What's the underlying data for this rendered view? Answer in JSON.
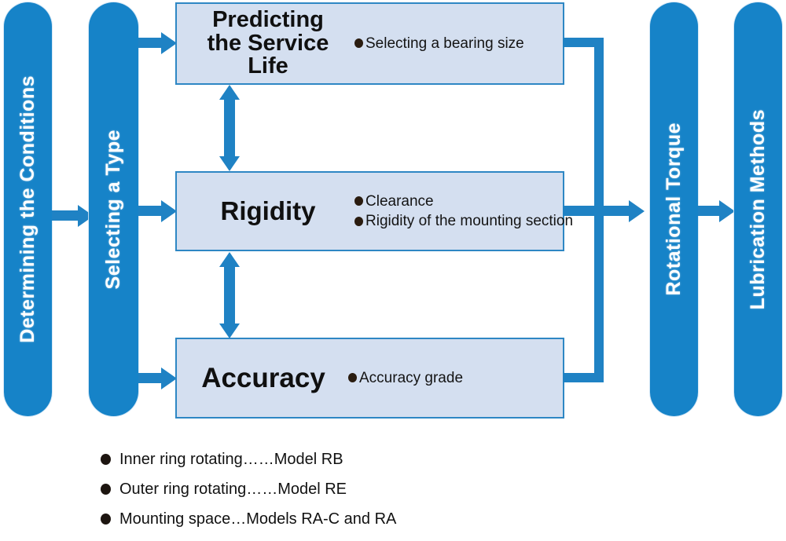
{
  "diagram": {
    "title": "Bearing Selection Procedure Flow",
    "colors": {
      "pill_blue": "#1683c8",
      "box_fill": "#d4dff0",
      "box_border": "#2e87c4",
      "connector_blue": "#1f82c4",
      "text_dark": "#101010",
      "background": "#ffffff"
    },
    "stages": [
      {
        "id": "determining-the-conditions",
        "label": "Determining the Conditions"
      },
      {
        "id": "selecting-a-type",
        "label": "Selecting a Type"
      },
      {
        "id": "rotational-torque",
        "label": "Rotational Torque"
      },
      {
        "id": "lubrication-methods",
        "label": "Lubrication Methods"
      }
    ],
    "criteria_boxes": [
      {
        "id": "predicting-the-service-life",
        "title": "Predicting\nthe Service Life",
        "bullets": [
          "Selecting a bearing size"
        ]
      },
      {
        "id": "rigidity",
        "title": "Rigidity",
        "bullets": [
          "Clearance",
          "Rigidity of the mounting section"
        ]
      },
      {
        "id": "accuracy",
        "title": "Accuracy",
        "bullets": [
          "Accuracy grade"
        ]
      }
    ],
    "legend": [
      {
        "id": "inner-ring-rotating",
        "text": "Inner ring rotating……Model RB"
      },
      {
        "id": "outer-ring-rotating",
        "text": "Outer ring rotating……Model RE"
      },
      {
        "id": "mounting-space",
        "text": "Mounting space…Models RA-C and RA"
      }
    ]
  }
}
